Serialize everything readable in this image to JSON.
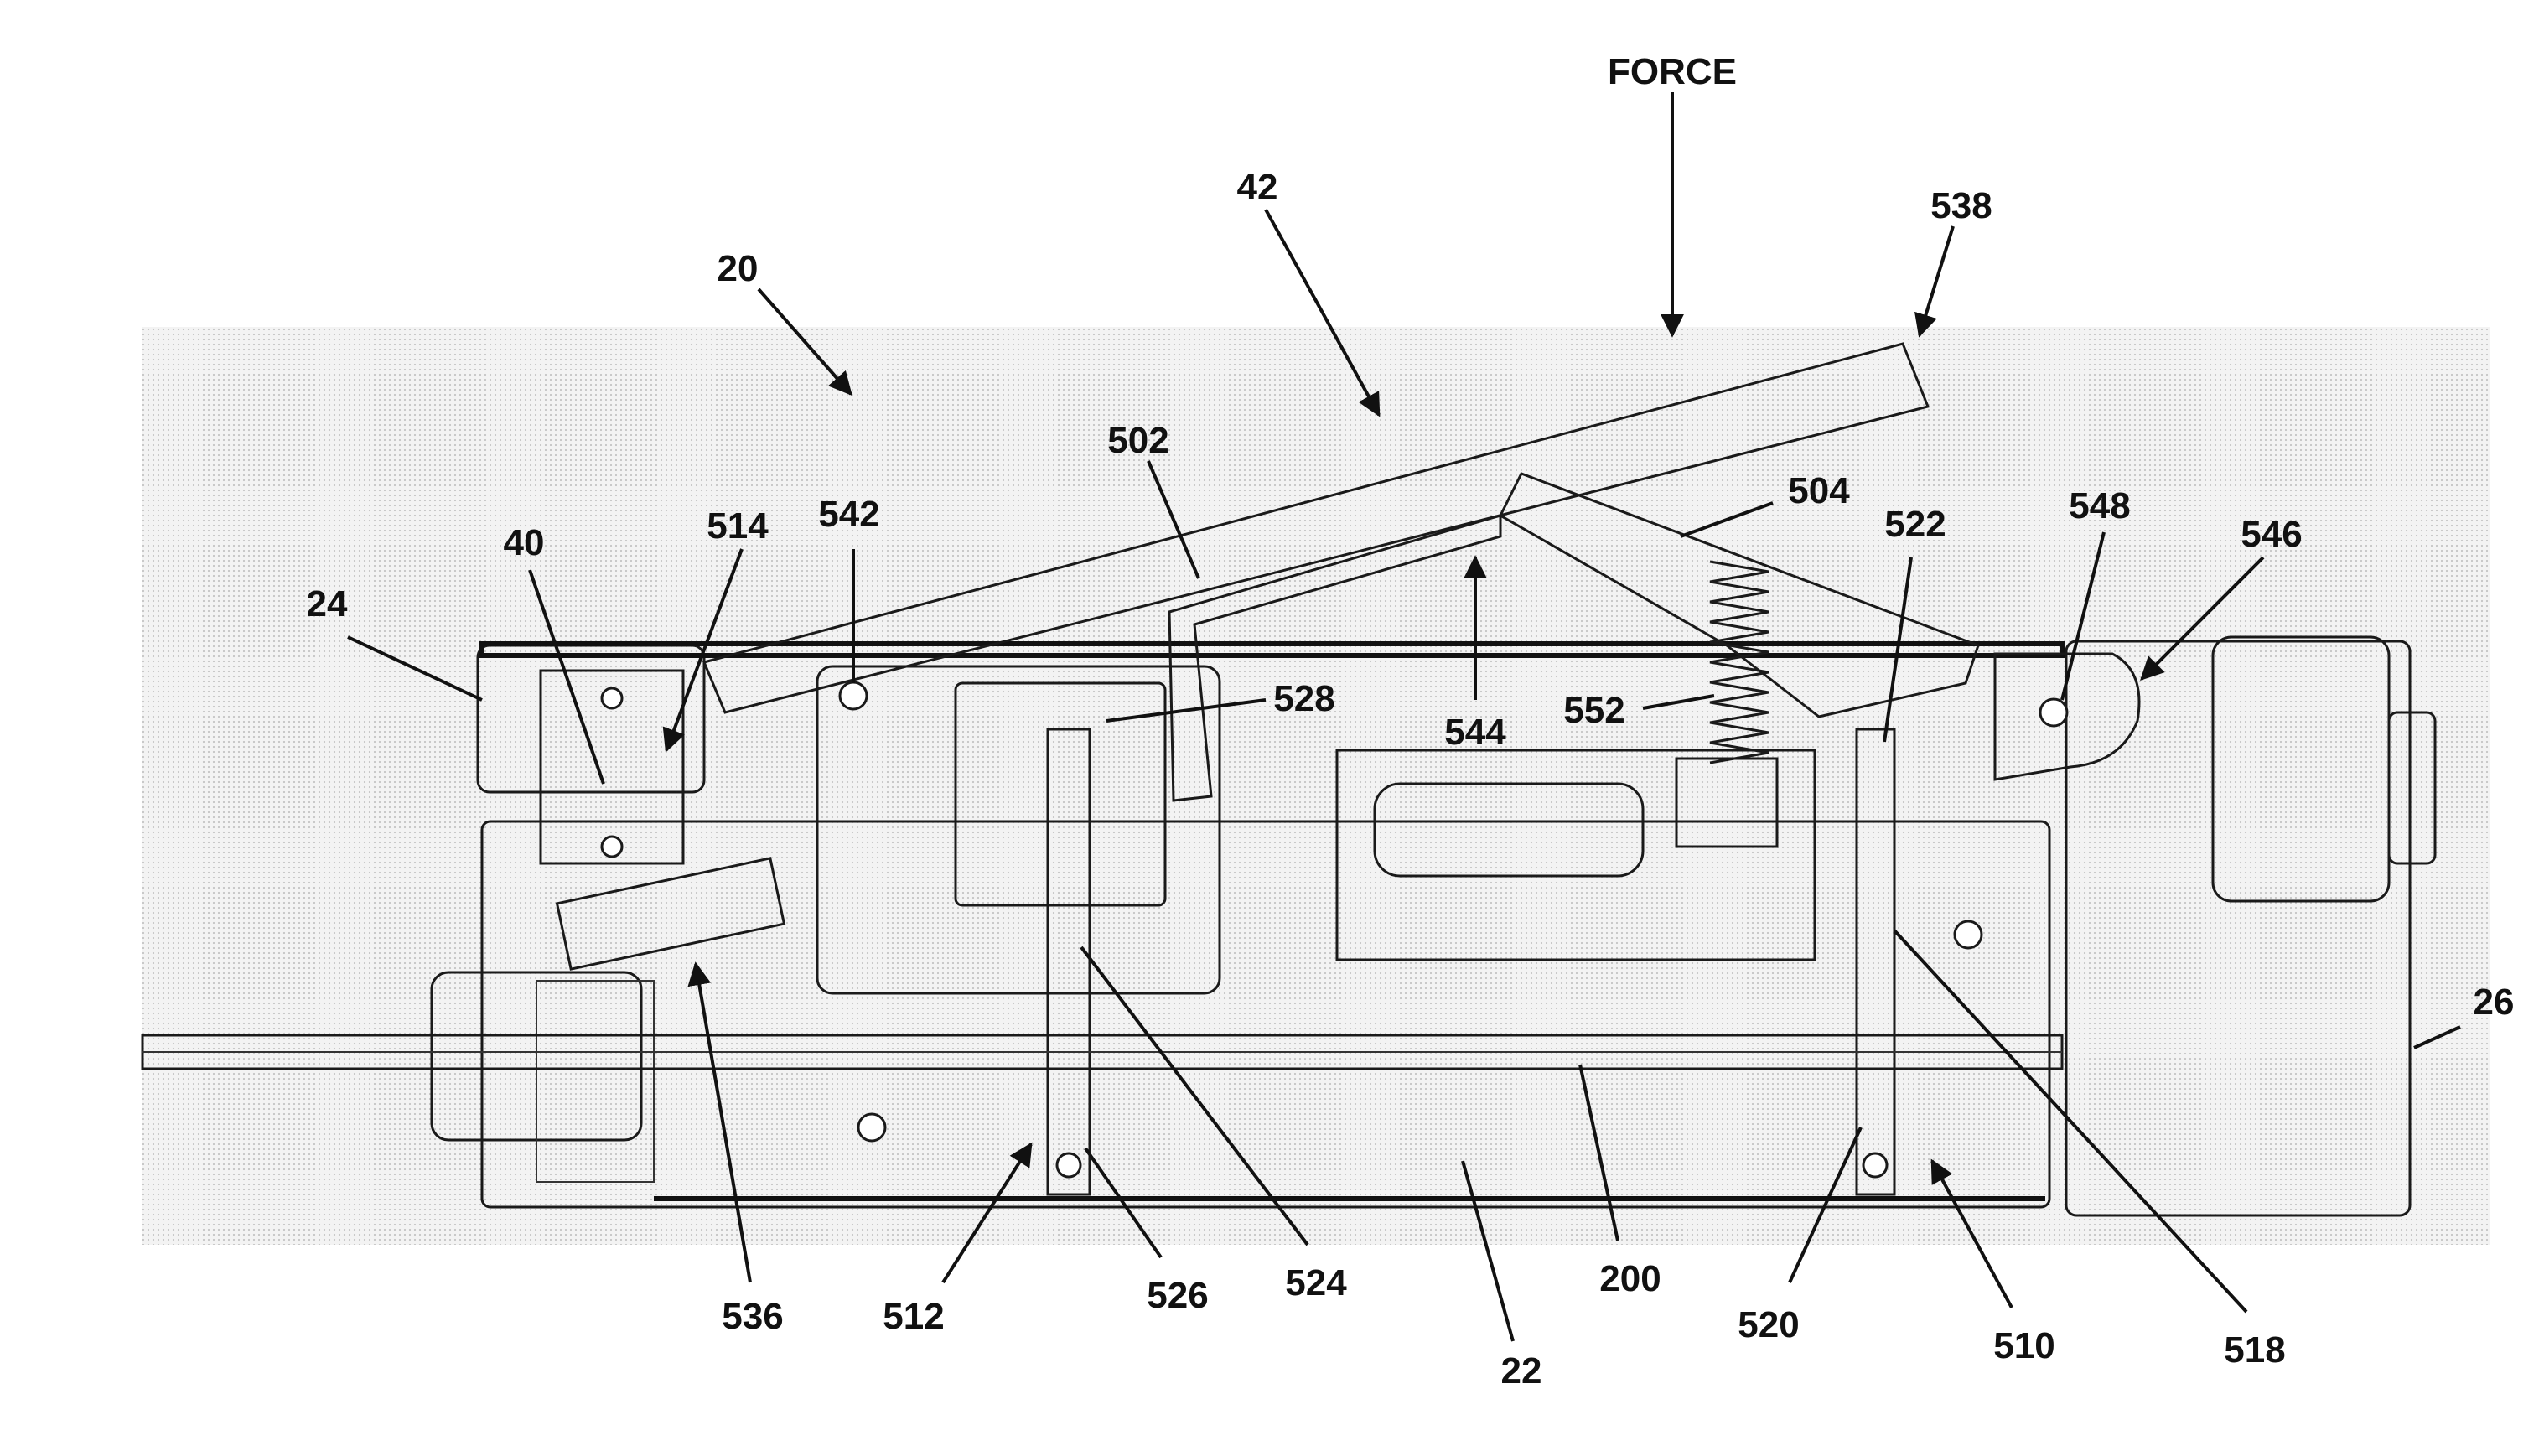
{
  "colors": {
    "ink": "#111111",
    "shading": "#e9e9e9",
    "paper": "#ffffff"
  },
  "labels": {
    "force": "FORCE",
    "l20": "20",
    "l42": "42",
    "l538": "538",
    "l502": "502",
    "l504": "504",
    "l542": "542",
    "l514": "514",
    "l40": "40",
    "l24": "24",
    "l522": "522",
    "l548": "548",
    "l546": "546",
    "l528": "528",
    "l552": "552",
    "l544": "544",
    "l26": "26",
    "l536": "536",
    "l512": "512",
    "l526": "526",
    "l524": "524",
    "l22": "22",
    "l200": "200",
    "l520": "520",
    "l510": "510",
    "l518": "518"
  }
}
